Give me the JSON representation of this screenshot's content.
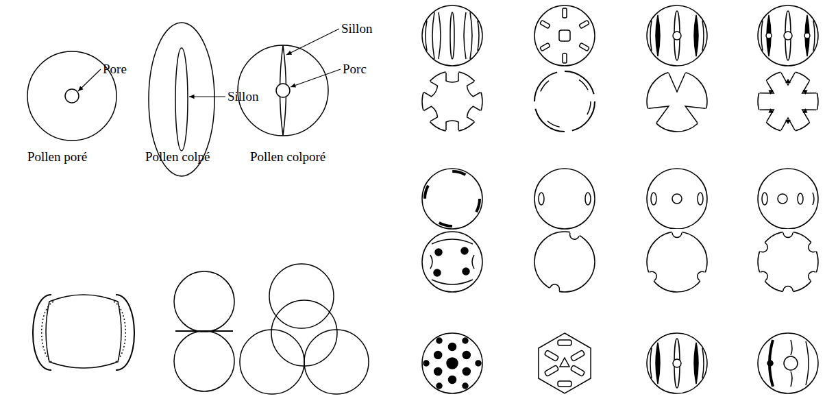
{
  "diagram": {
    "labels": [
      "Pore",
      "Sillon",
      "Sillon",
      "Porc",
      "Pollen poré",
      "Pollen colpé",
      "Pollen colporé"
    ]
  }
}
